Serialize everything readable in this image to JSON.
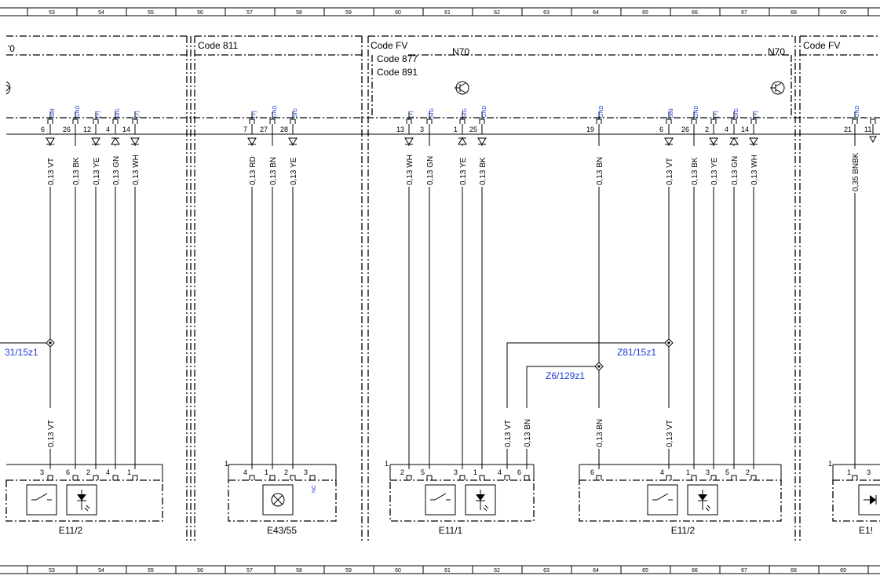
{
  "grid": {
    "numbers": [
      "53",
      "54",
      "55",
      "56",
      "57",
      "58",
      "59",
      "60",
      "61",
      "62",
      "63",
      "64",
      "65",
      "66",
      "67",
      "68",
      "69"
    ]
  },
  "sections": {
    "left_partial": "'0",
    "code811": "Code 811",
    "codefv_main": "Code FV",
    "code877": "Code 877",
    "code891": "Code 891",
    "n70_a": "N70",
    "n70_b": "N70",
    "codefv_right": "Code FV"
  },
  "connector": {
    "pins": [
      {
        "num": "6",
        "sig": "58d"
      },
      {
        "num": "26",
        "sig": "GND"
      },
      {
        "num": "12",
        "sig": "(+)"
      },
      {
        "num": "4",
        "sig": "SIG"
      },
      {
        "num": "14",
        "sig": "(+)"
      },
      {
        "num": "7",
        "sig": "(+)"
      },
      {
        "num": "27",
        "sig": "GND"
      },
      {
        "num": "28",
        "sig": "SIG"
      },
      {
        "num": "13",
        "sig": "(+)"
      },
      {
        "num": "3",
        "sig": "SIG"
      },
      {
        "num": "1",
        "sig": "SIG"
      },
      {
        "num": "25",
        "sig": "GND"
      },
      {
        "num": "19",
        "sig": "GND"
      },
      {
        "num": "6",
        "sig": "58d"
      },
      {
        "num": "26",
        "sig": "GND"
      },
      {
        "num": "2",
        "sig": "(+)"
      },
      {
        "num": "4",
        "sig": "SIG"
      },
      {
        "num": "14",
        "sig": "(+)"
      },
      {
        "num": "21",
        "sig": "GND"
      },
      {
        "num": "11",
        "sig": ""
      }
    ]
  },
  "wires": [
    "0,13 VT",
    "0,13 BK",
    "0,13 YE",
    "0,13 GN",
    "0,13 WH",
    "0,13 RD",
    "0,13 BN",
    "0,13 YE",
    "0,13 WH",
    "0,13 GN",
    "0,13 YE",
    "0,13 BK",
    "0,13 BN",
    "0,13 VT",
    "0,13 BK",
    "0,13 YE",
    "0,13 GN",
    "0,13 WH",
    "0,35 BNBK"
  ],
  "lower_wires": [
    "0,13 VT",
    "0,13 VT",
    "0,13 BN",
    "0,13 BN",
    "0,13 VT"
  ],
  "splices": {
    "left": "31/15z1",
    "z81": "Z81/15z1",
    "z6": "Z6/129z1"
  },
  "components": {
    "c1": {
      "label": "E11/2",
      "pins": [
        "3",
        "6",
        "2",
        "4",
        "1"
      ]
    },
    "c2": {
      "label": "E43/55",
      "pins": [
        "4",
        "1",
        "2",
        "3"
      ],
      "side": "1",
      "nc": "NC"
    },
    "c3": {
      "label": "E11/1",
      "pins": [
        "2",
        "5",
        "3",
        "1",
        "4",
        "6"
      ],
      "side": "1"
    },
    "c4": {
      "label": "E11/2",
      "pins": [
        "6",
        "4",
        "1",
        "3",
        "5",
        "2"
      ]
    },
    "c5": {
      "label": "E1!",
      "pins": [
        "1",
        "3"
      ],
      "side": "1"
    }
  },
  "icons": [
    "switch-icon",
    "led-icon",
    "lamp-icon",
    "transistor-icon"
  ]
}
